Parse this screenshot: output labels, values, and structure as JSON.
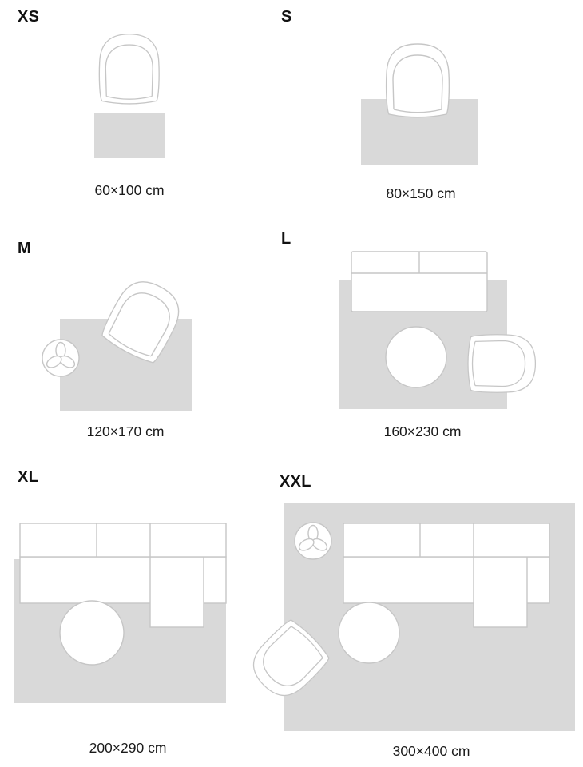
{
  "colors": {
    "rug_fill": "#d9d9d9",
    "furniture_outline": "#c6c6c6",
    "text": "#111111"
  },
  "icons": {
    "armchair": "armchair-icon",
    "sofa": "sofa-icon",
    "sectional_sofa": "sectional-sofa-icon",
    "coffee_table": "coffee-table-icon",
    "plant": "plant-icon",
    "rug": "rug-rectangle"
  },
  "sizes": [
    {
      "id": "xs",
      "label": "XS",
      "dimensions": "60×100 cm"
    },
    {
      "id": "s",
      "label": "S",
      "dimensions": "80×150 cm"
    },
    {
      "id": "m",
      "label": "M",
      "dimensions": "120×170 cm"
    },
    {
      "id": "l",
      "label": "L",
      "dimensions": "160×230 cm"
    },
    {
      "id": "xl",
      "label": "XL",
      "dimensions": "200×290 cm"
    },
    {
      "id": "xxl",
      "label": "XXL",
      "dimensions": "300×400 cm"
    }
  ]
}
